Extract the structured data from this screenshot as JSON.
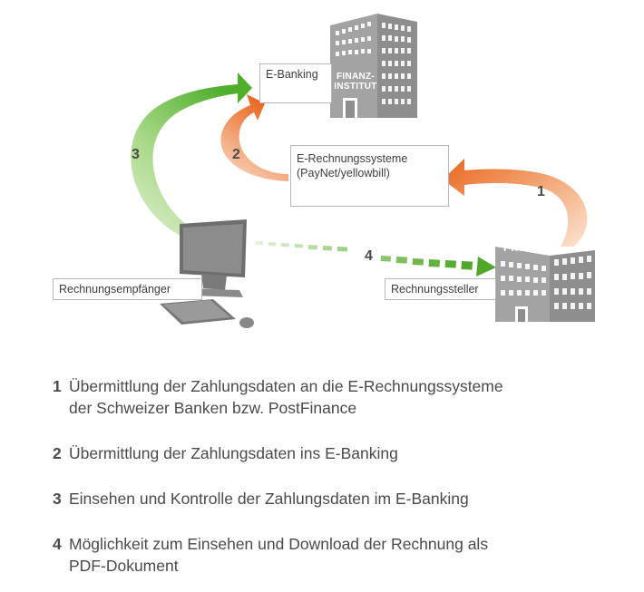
{
  "diagram": {
    "labels": {
      "ebanking": "E-Banking",
      "systems_line1": "E-Rechnungssysteme",
      "systems_line2": "(PayNet/yellowbill)",
      "recipient": "Rechnungsempfänger",
      "issuer": "Rechnungssteller"
    },
    "bank_name_line1": "FINANZ-",
    "bank_name_line2": "INSTITUT",
    "firm_name": "FIRMA",
    "arrow_numbers": [
      "1",
      "2",
      "3",
      "4"
    ],
    "colors": {
      "green": "#5cb82e",
      "light_green": "#d6ebc4",
      "orange": "#ea6a1e",
      "light_orange": "#f5c7a6",
      "building": "#9a9a9a",
      "computer": "#7d7d7d"
    }
  },
  "legend": [
    {
      "num": "1",
      "text": "Übermittlung der Zahlungsdaten an die E-Rechnungssysteme\nder Schweizer Banken bzw. PostFinance"
    },
    {
      "num": "2",
      "text": "Übermittlung der Zahlungsdaten ins E-Banking"
    },
    {
      "num": "3",
      "text": "Einsehen und Kontrolle der Zahlungsdaten im E-Banking"
    },
    {
      "num": "4",
      "text": "Möglichkeit zum Einsehen und Download der Rechnung als\nPDF-Dokument"
    }
  ]
}
